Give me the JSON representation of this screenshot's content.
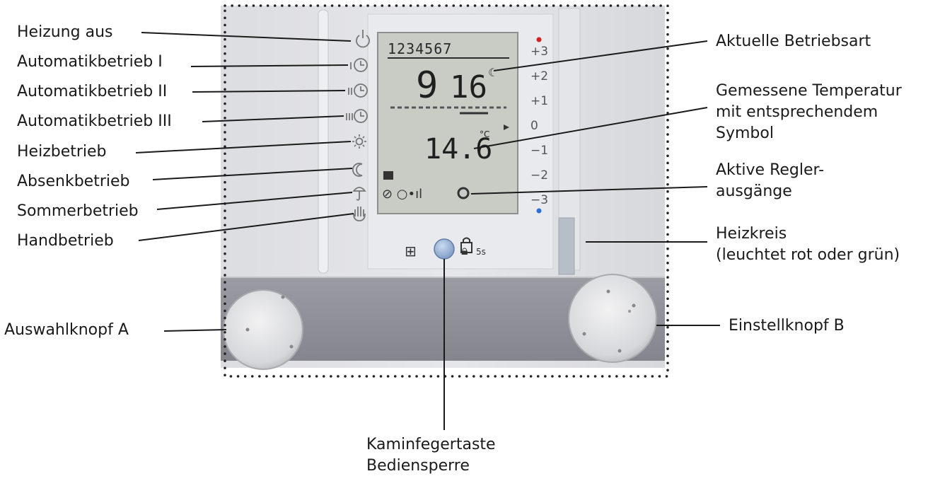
{
  "lcd": {
    "days": "1234567",
    "time_hours": "9",
    "time_minutes": "16",
    "temperature": "14.6",
    "temp_unit": "°C"
  },
  "scale": {
    "marks": [
      "+3",
      "+2",
      "+1",
      "0",
      "−1",
      "−2",
      "−3"
    ],
    "top_dot_color": "#d62020",
    "bottom_dot_color": "#2a6fd6"
  },
  "button_panel": {
    "lock_caption": "5s"
  },
  "mode_icons": [
    "power-icon",
    "clock-1-icon",
    "clock-2-icon",
    "clock-3-icon",
    "sun-icon",
    "moon-icon",
    "umbrella-icon",
    "hand-icon"
  ],
  "labels_left": [
    "Heizung aus",
    "Automatikbetrieb I",
    "Automatikbetrieb II",
    "Automatikbetrieb III",
    "Heizbetrieb",
    "Absenkbetrieb",
    "Sommerbetrieb",
    "Handbetrieb"
  ],
  "labels_right": {
    "current_mode": "Aktuelle Betriebsart",
    "measured_temp": "Gemessene Temperatur\nmit entsprechendem\nSymbol",
    "active_outputs": "Aktive Regler-\nausgänge",
    "heating_circuit": "Heizkreis\n(leuchtet rot oder grün)",
    "knob_b": "Einstellknopf B"
  },
  "label_knob_a": "Auswahlknopf A",
  "label_bottom": "Kaminfegertaste\nBediensperre"
}
